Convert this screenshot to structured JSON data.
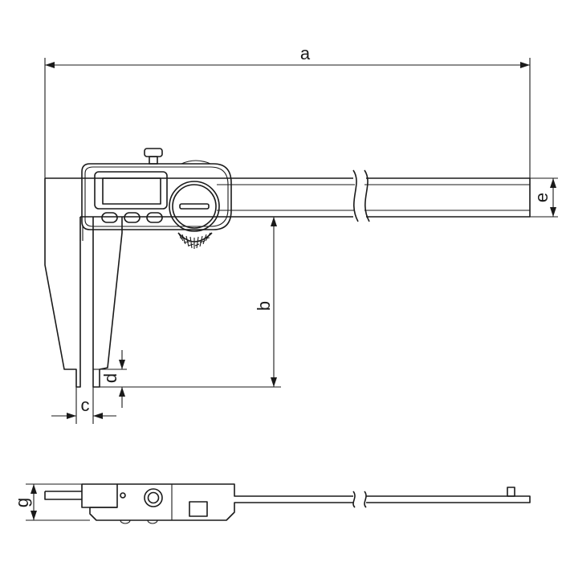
{
  "dimension_labels": {
    "a": "a",
    "b": "b",
    "c": "c",
    "d": "d",
    "e": "e",
    "g": "g"
  },
  "colors": {
    "line": "#1a1a1a",
    "background": "#ffffff"
  }
}
